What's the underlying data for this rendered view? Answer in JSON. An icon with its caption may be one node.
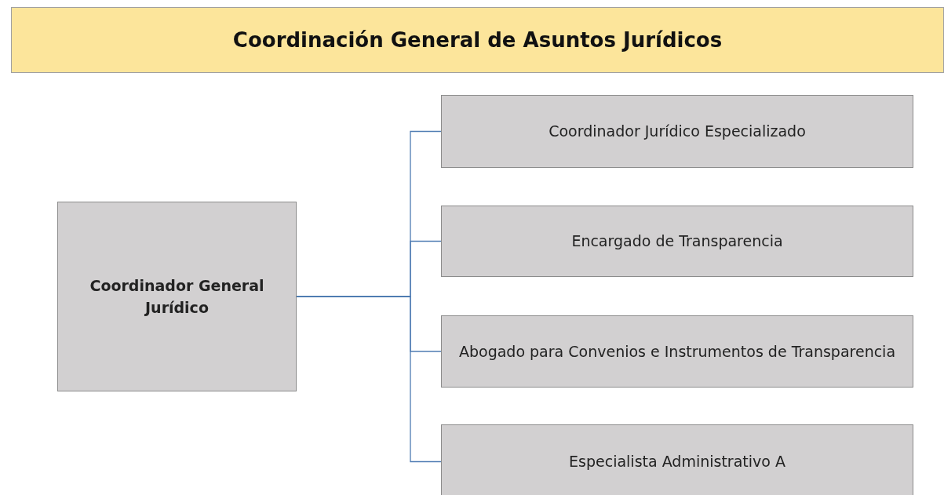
{
  "diagram": {
    "title": "Coordinación General de Asuntos Jurídicos",
    "nodes": [
      {
        "text": [
          "Coordinador General Jurídico"
        ]
      },
      {
        "text": [
          "Coordinador Jurídico Especializado"
        ]
      },
      {
        "text": [
          "Encargado de Transparencia"
        ]
      },
      {
        "text": [
          "Abogado para Convenios e Instrumentos de Transparencia"
        ]
      },
      {
        "text": [
          "Especialista Administrativo A"
        ]
      }
    ],
    "edges": [
      {
        "from": 0,
        "to": 1,
        "arrow": "none"
      },
      {
        "from": 0,
        "to": 2,
        "arrow": "none"
      },
      {
        "from": 0,
        "to": 3,
        "arrow": "none"
      },
      {
        "from": 0,
        "to": 4,
        "arrow": "none"
      }
    ]
  }
}
